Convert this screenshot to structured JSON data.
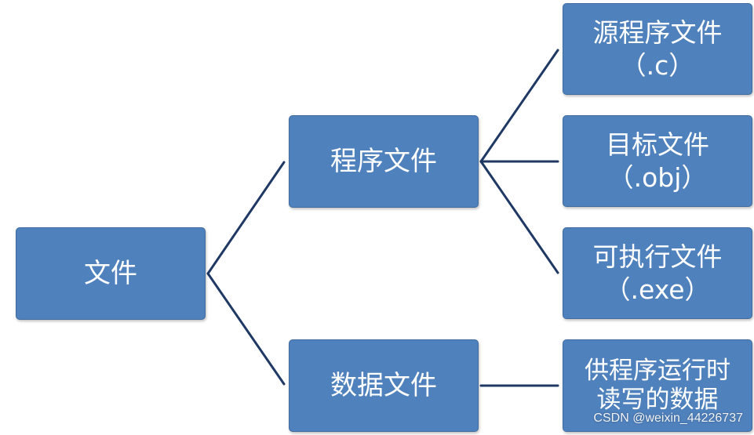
{
  "diagram": {
    "root": {
      "label": "文件"
    },
    "branches": [
      {
        "label": "程序文件",
        "children": [
          {
            "line1": "源程序文件",
            "line2": "（.c）"
          },
          {
            "line1": "目标文件",
            "line2": "（.obj）"
          },
          {
            "line1": "可执行文件",
            "line2": "（.exe）"
          }
        ]
      },
      {
        "label": "数据文件",
        "children": [
          {
            "line1": "供程序运行时",
            "line2": "读写的数据"
          }
        ]
      }
    ],
    "connector_color": "#1f3864",
    "node_color": "#4f81bd"
  },
  "watermark": "CSDN @weixin_44226737"
}
